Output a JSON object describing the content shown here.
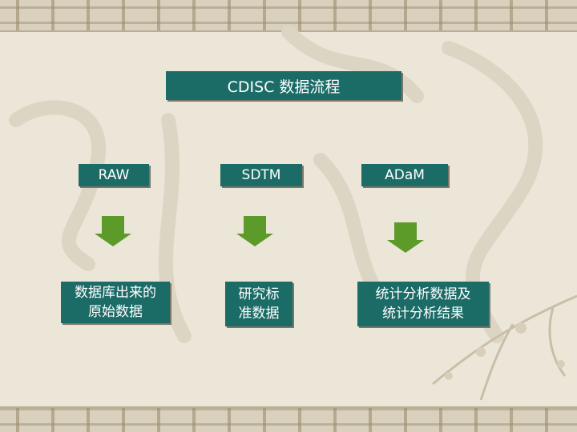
{
  "title": "CDISC 数据流程",
  "steps": [
    {
      "label": "RAW",
      "description": "数据库出来的\n原始数据"
    },
    {
      "label": "SDTM",
      "description": "研究标\n准数据"
    },
    {
      "label": "ADaM",
      "description": "统计分析数据及\n统计分析结果"
    }
  ],
  "colors": {
    "box": "#1b6b66",
    "text": "#ffffff",
    "arrow": "#5c9a2a",
    "background": "#ece6d8"
  },
  "icons": [
    "down-arrow-icon",
    "border-pattern",
    "plum-branch-decoration"
  ]
}
